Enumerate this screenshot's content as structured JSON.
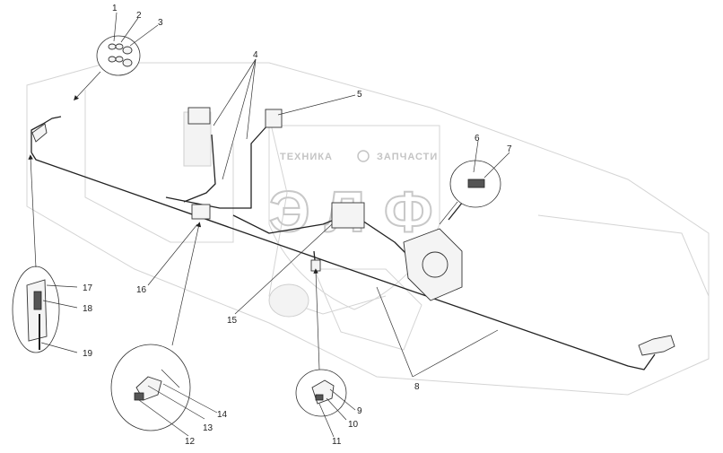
{
  "watermark": {
    "left_word": "ТЕХНИКА",
    "right_word": "ЗАПЧАСТИ",
    "big_left": "Э",
    "big_mid": "Л",
    "big_right": "Ф"
  },
  "callouts": {
    "n1": "1",
    "n2": "2",
    "n3": "3",
    "n4": "4",
    "n5": "5",
    "n6": "6",
    "n7": "7",
    "n8": "8",
    "n9": "9",
    "n10": "10",
    "n11": "11",
    "n12": "12",
    "n13": "13",
    "n14": "14",
    "n15": "15",
    "n16": "16",
    "n17": "17",
    "n18": "18",
    "n19": "19"
  },
  "colors": {
    "line": "#222222",
    "ghost": "#d4d4d4",
    "watermark": "#c4c4c4"
  }
}
